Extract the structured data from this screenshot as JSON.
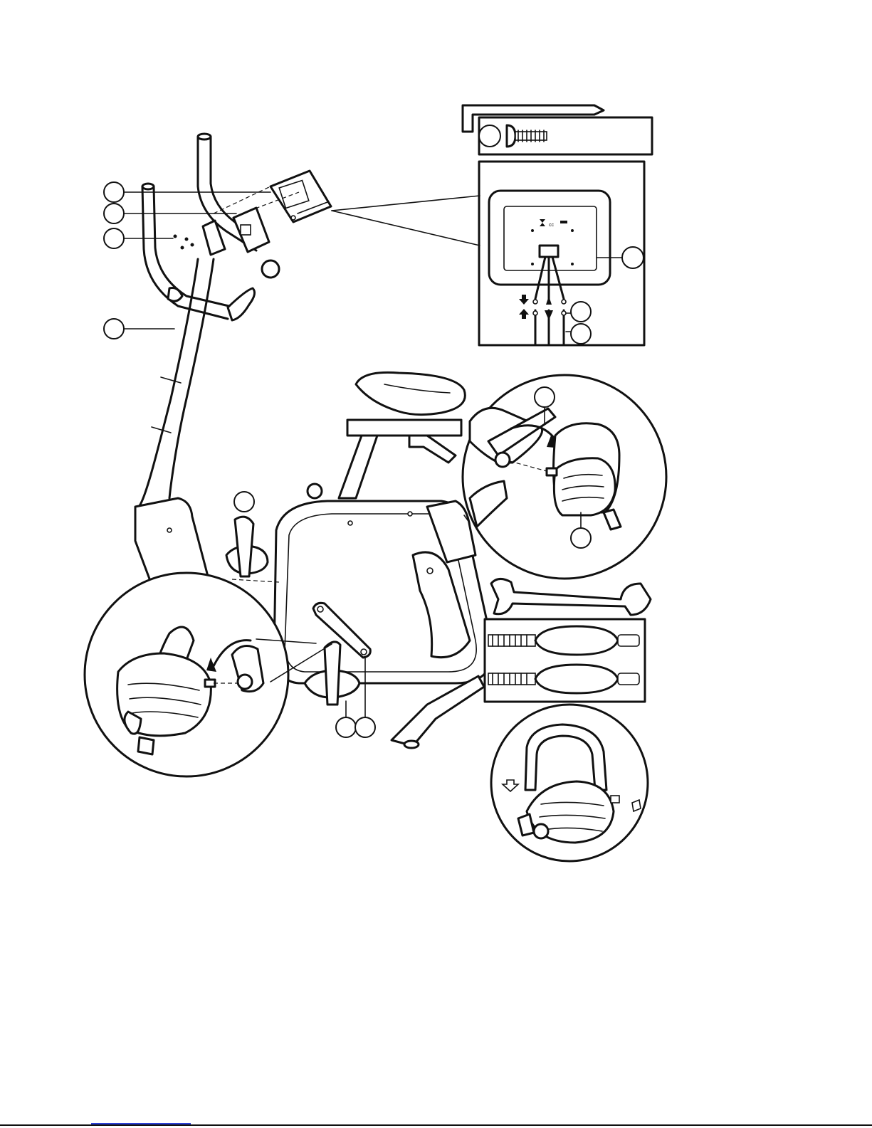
{
  "diagram": {
    "callouts": [
      "",
      "",
      "",
      "",
      "",
      "",
      "",
      "",
      "",
      "",
      "",
      "",
      ""
    ],
    "parts": [
      "bicycle-frame",
      "handlebar-post",
      "handlebar",
      "console",
      "console-bracket",
      "screws",
      "seat",
      "seat-post",
      "crank-arm-left",
      "crank-arm-right",
      "pedal-left",
      "pedal-right",
      "allen-key",
      "bolt",
      "wrench",
      "pedal-straps"
    ]
  },
  "colors": {
    "line": "#111111",
    "background": "#ffffff",
    "footer_link": "#2a3fd6"
  }
}
